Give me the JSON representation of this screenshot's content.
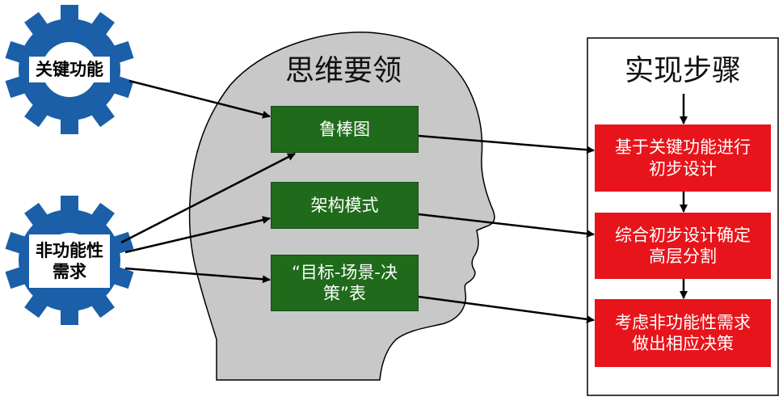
{
  "head": {
    "title": "思维要领"
  },
  "gears": [
    {
      "label": "关键功能"
    },
    {
      "label_line1": "非功能性",
      "label_line2": "需求"
    }
  ],
  "methods": [
    {
      "label": "鲁棒图"
    },
    {
      "label": "架构模式"
    },
    {
      "label_line1": "“目标-场景-决",
      "label_line2": "策”表"
    }
  ],
  "steps_panel": {
    "title": "实现步骤",
    "steps": [
      {
        "line1": "基于关键功能进行",
        "line2": "初步设计"
      },
      {
        "line1": "综合初步设计确定",
        "line2": "高层分割"
      },
      {
        "line1": "考虑非功能性需求",
        "line2": "做出相应决策"
      }
    ]
  },
  "colors": {
    "gear_blue": "#1a5fa8",
    "head_gray": "#c8c8c8",
    "method_green": "#1f6b1b",
    "step_red": "#e8141b"
  }
}
